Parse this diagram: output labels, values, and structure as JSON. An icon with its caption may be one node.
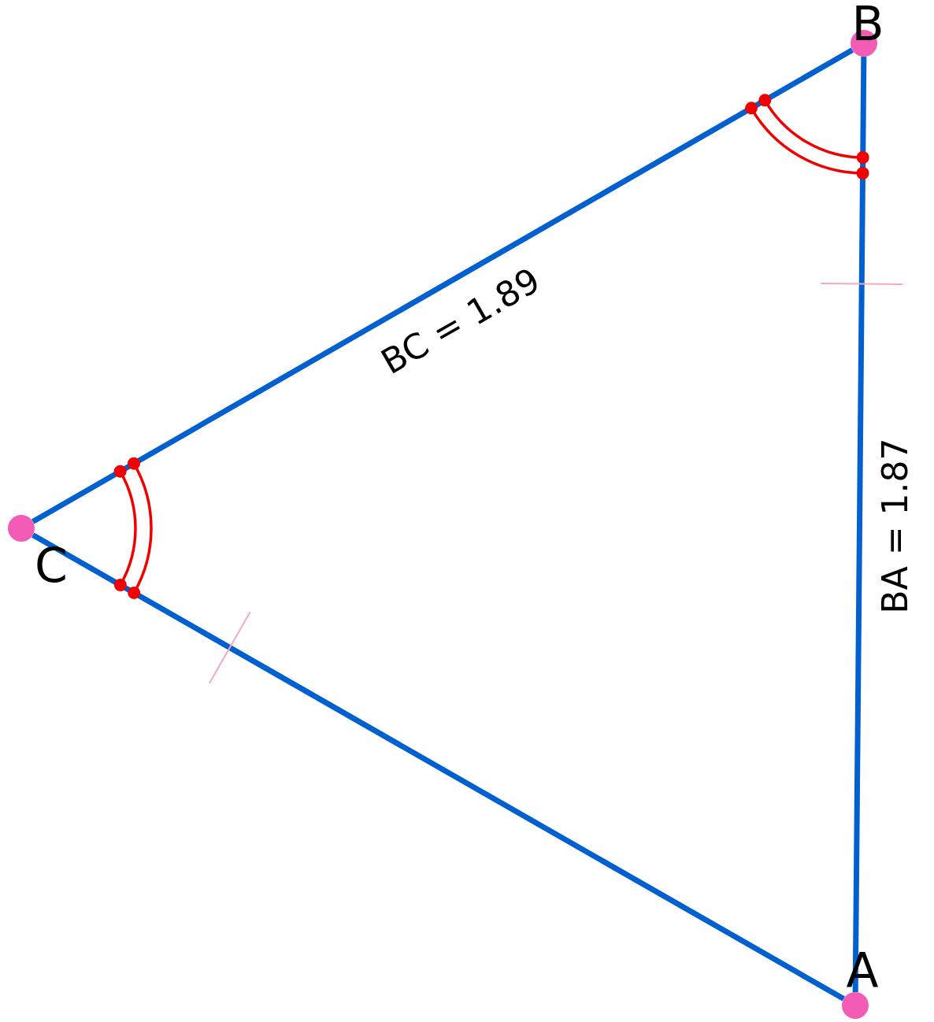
{
  "diagram": {
    "nodes": [
      {
        "text": [],
        "shape": "circle",
        "beside": [
          "B"
        ]
      },
      {
        "text": [],
        "shape": "circle",
        "beside": [
          "C"
        ]
      },
      {
        "text": [],
        "shape": "circle",
        "beside": [
          "A"
        ]
      }
    ],
    "edges": [
      {
        "from": 0,
        "to": 1,
        "arrow": "none",
        "label": "BC = 1.89"
      },
      {
        "from": 1,
        "to": 2,
        "arrow": "none"
      },
      {
        "from": 0,
        "to": 2,
        "arrow": "none",
        "label": "BA = 1.87"
      }
    ]
  }
}
